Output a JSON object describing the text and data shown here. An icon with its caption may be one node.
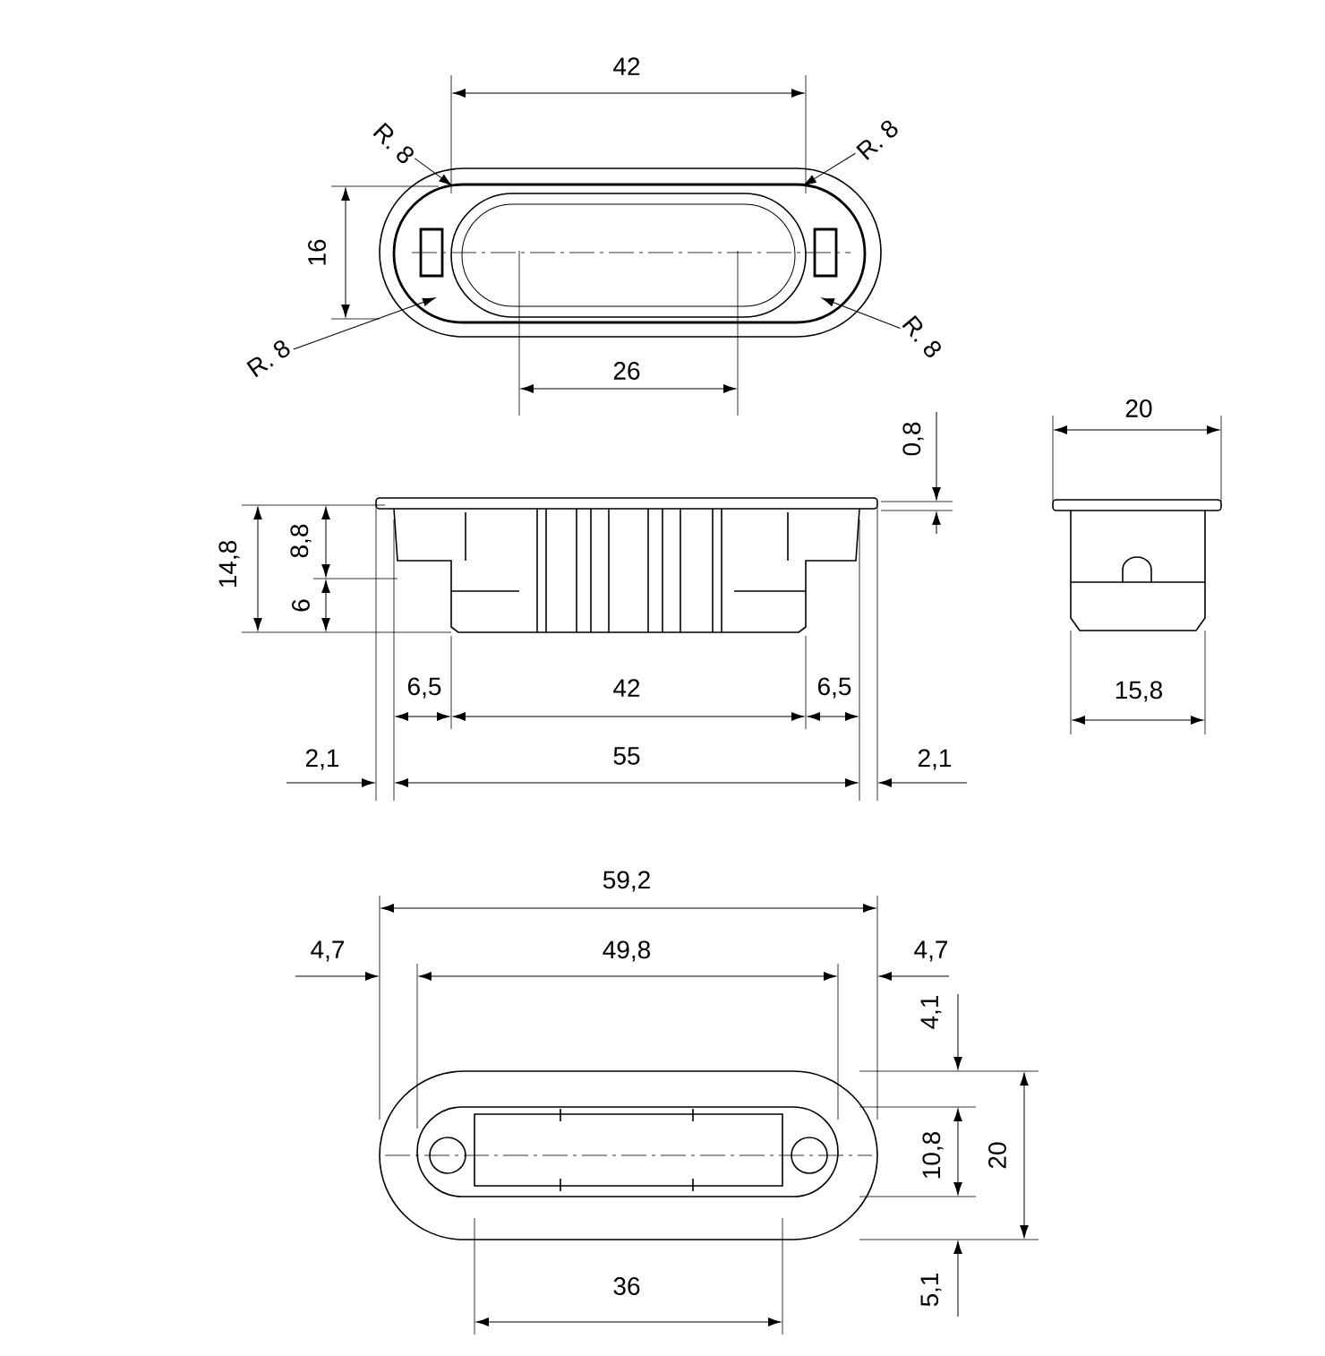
{
  "diagram": {
    "nodes": [
      {
        "text": [
          "R. 8"
        ]
      },
      {
        "text": [
          "R. 8"
        ]
      },
      {
        "text": [
          "R. 8"
        ]
      },
      {
        "text": [
          "R. 8"
        ]
      }
    ],
    "edges": [
      {
        "from": 0,
        "to": null,
        "arrow": "to"
      },
      {
        "from": 1,
        "to": null,
        "arrow": "to"
      },
      {
        "from": 2,
        "to": null,
        "arrow": "to"
      },
      {
        "from": 3,
        "to": null,
        "arrow": "to"
      }
    ],
    "labels": [
      "42",
      "16",
      "26",
      "0,8",
      "20",
      "14,8",
      "8,8",
      "6",
      "6,5",
      "42",
      "6,5",
      "15,8",
      "2,1",
      "55",
      "2,1",
      "59,2",
      "4,7",
      "49,8",
      "4,7",
      "4,1",
      "10,8",
      "20",
      "5,1",
      "36"
    ]
  }
}
